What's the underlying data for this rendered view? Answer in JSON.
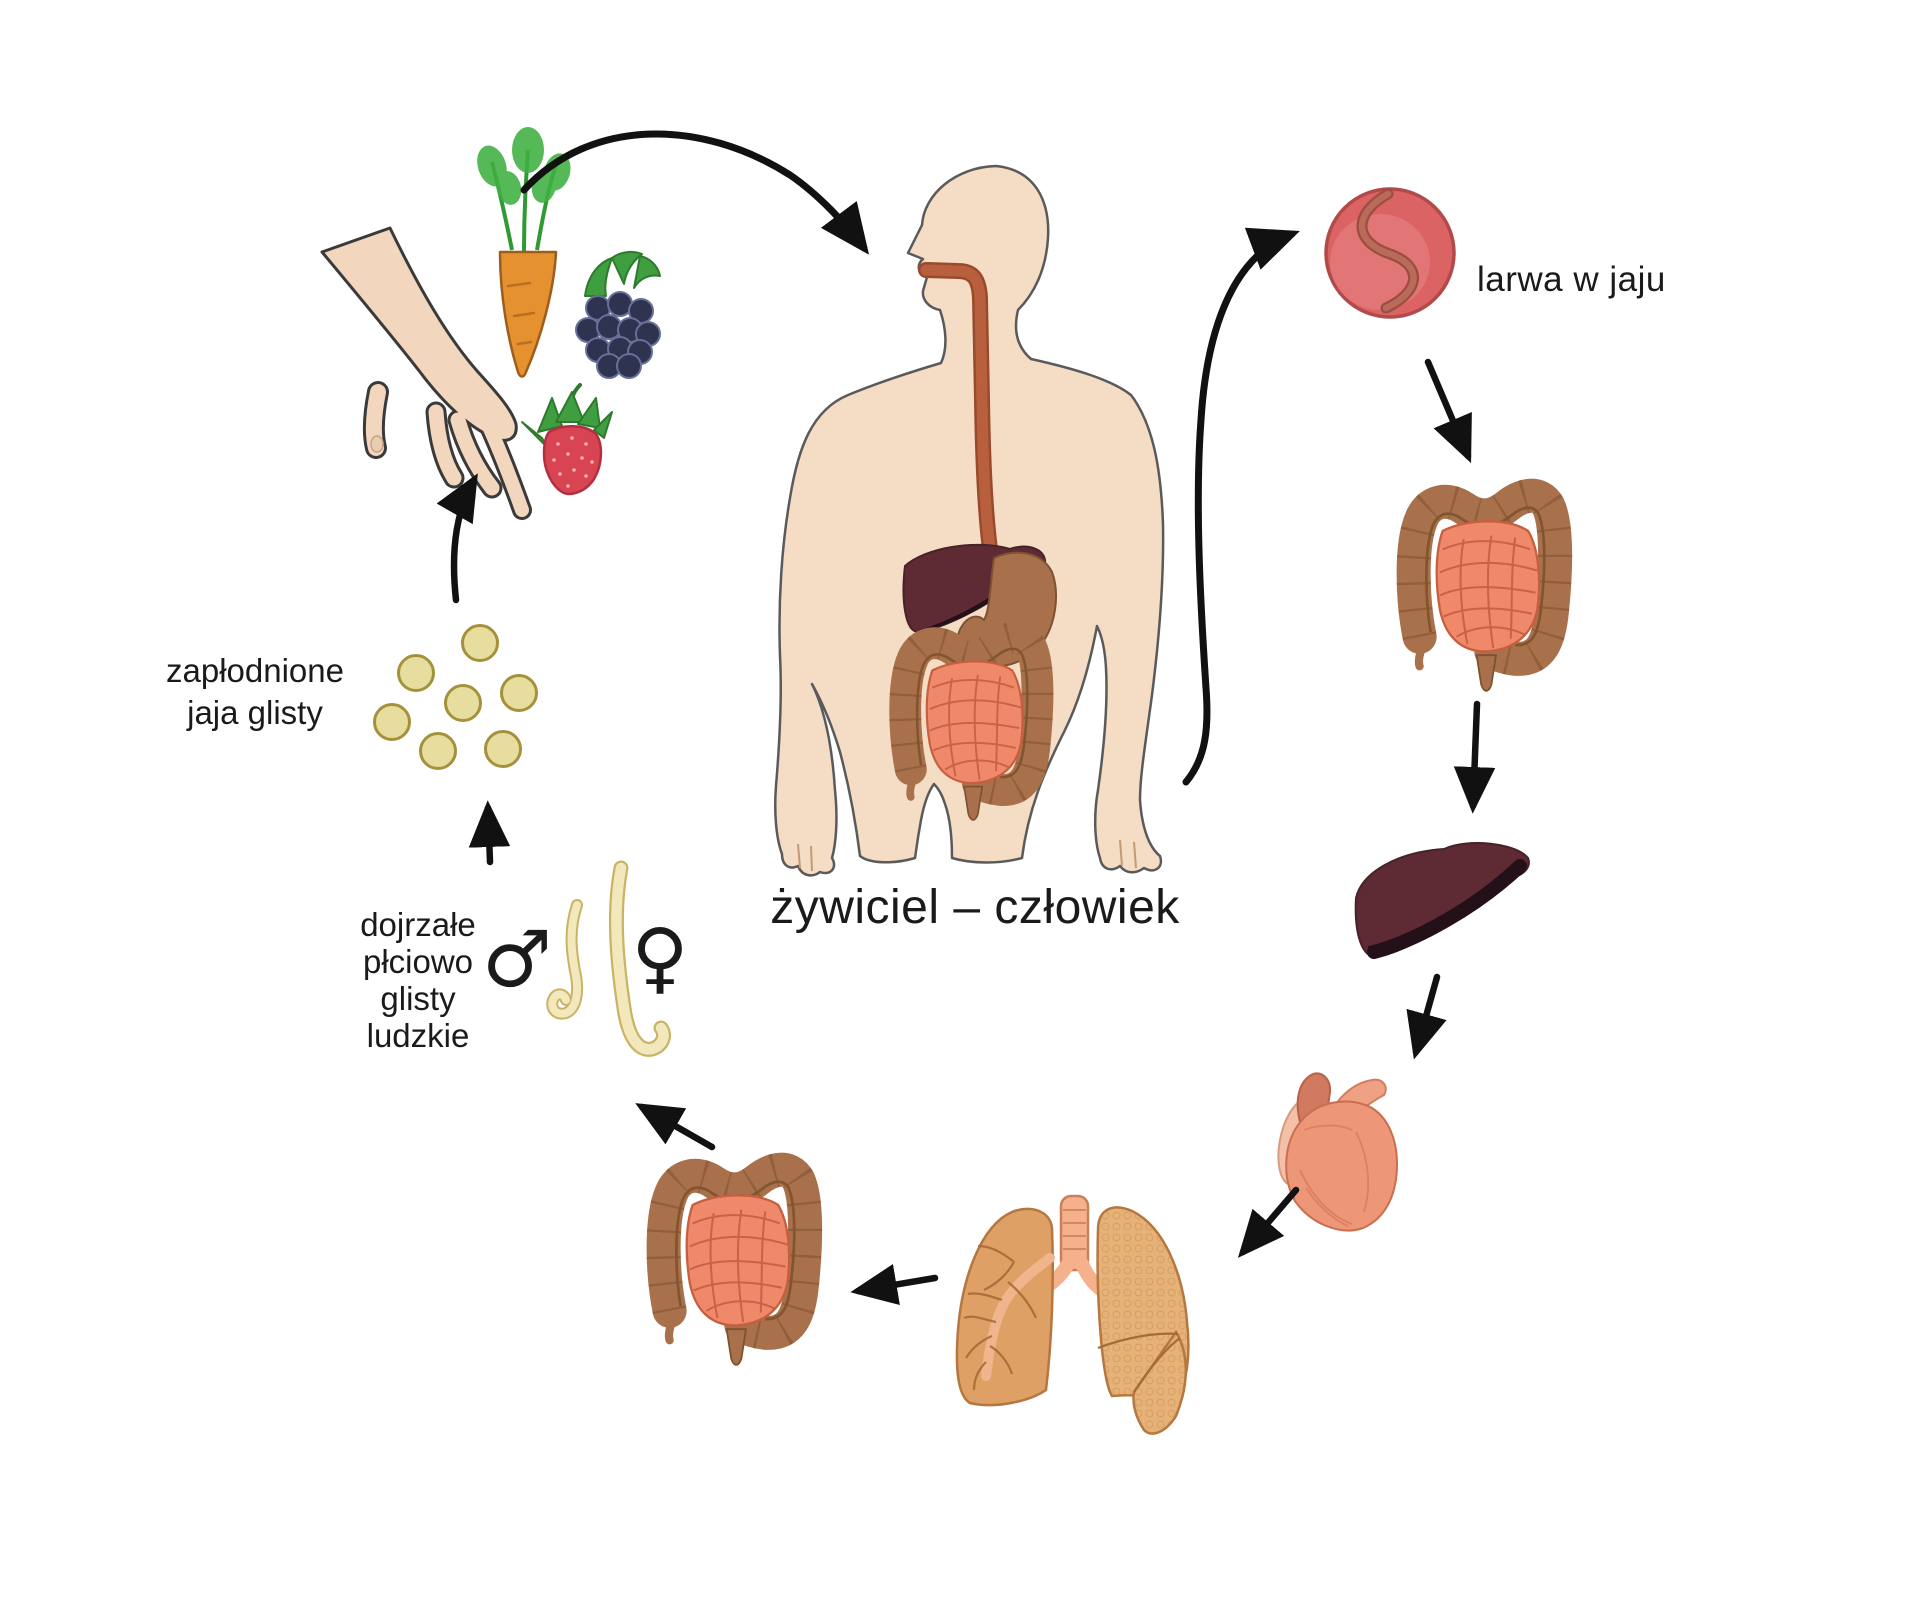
{
  "diagram": {
    "subject": "cykl rozwojowy glisty ludzkiej",
    "labels": {
      "egg_larva": "larwa w jaju",
      "host": "żywiciel – człowiek",
      "fertilized_line1": "zapłodnione",
      "fertilized_line2": "jaja glisty",
      "mature_line1": "dojrzałe",
      "mature_line2": "płciowo",
      "mature_line3": "glisty",
      "mature_line4": "ludzkie",
      "male_symbol": "♂",
      "female_symbol": "♀"
    },
    "egg_cluster_count": 7,
    "illustrations": [
      "hand-reaching-icon",
      "carrot-icon",
      "blackberry-icon",
      "strawberry-icon",
      "human-body-digestive-tract-icon",
      "egg-with-larva-icon",
      "intestine-icon",
      "liver-icon",
      "heart-icon",
      "lungs-icon",
      "male-roundworm-icon",
      "female-roundworm-icon",
      "fertilized-eggs-icon",
      "cycle-arrows"
    ],
    "colors": {
      "background": "#FFFFFF",
      "text": "#1A1A1A",
      "arrow": "#111111",
      "egg_shell_red": "#DC6363",
      "larva_brown": "#A95C4C",
      "fertilized_egg_fill": "#E6DD9E",
      "fertilized_egg_border": "#A5913B",
      "worm_body": "#F2E8BC",
      "colon_brown": "#A9714B",
      "small_intestine_salmon": "#F0886A",
      "liver_maroon": "#5E2A33",
      "heart_salmon": "#EE9678",
      "lung_tan": "#DFA066",
      "skin": "#F5DCC4"
    }
  }
}
